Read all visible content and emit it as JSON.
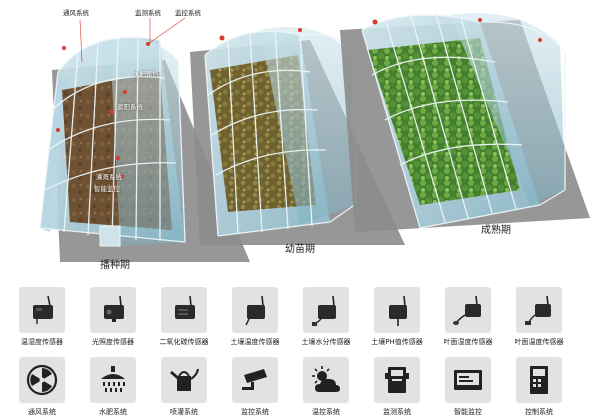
{
  "greenhouses": [
    {
      "stage": "播种期"
    },
    {
      "stage": "幼苗期"
    },
    {
      "stage": "成熟期"
    }
  ],
  "callouts": {
    "ventilation": "通风系统",
    "monitoring": "监测系统",
    "control": "监控系统",
    "water_fertilizer": "水肥系统",
    "shading": "遮阳系统",
    "irrigation": "灌溉系统",
    "smart_monitor": "智能监控"
  },
  "sensors": [
    {
      "label": "温湿度传感器",
      "icon": "temp-humidity-sensor-icon"
    },
    {
      "label": "光照度传感器",
      "icon": "light-sensor-icon"
    },
    {
      "label": "二氧化碳传感器",
      "icon": "co2-sensor-icon"
    },
    {
      "label": "土壤温度传感器",
      "icon": "soil-temp-sensor-icon"
    },
    {
      "label": "土壤水分传感器",
      "icon": "soil-moisture-sensor-icon"
    },
    {
      "label": "土壤PH值传感器",
      "icon": "soil-ph-sensor-icon"
    },
    {
      "label": "叶面湿度传感器",
      "icon": "leaf-humidity-sensor-icon"
    },
    {
      "label": "叶面温度传感器",
      "icon": "leaf-temp-sensor-icon"
    }
  ],
  "systems": [
    {
      "label": "通风系统",
      "icon": "fan-icon"
    },
    {
      "label": "水肥系统",
      "icon": "shower-icon"
    },
    {
      "label": "喷灌系统",
      "icon": "watering-can-icon"
    },
    {
      "label": "监控系统",
      "icon": "cctv-camera-icon"
    },
    {
      "label": "温控系统",
      "icon": "sun-cloud-icon"
    },
    {
      "label": "监测系统",
      "icon": "monitor-terminal-icon"
    },
    {
      "label": "智能监控",
      "icon": "display-screen-icon"
    },
    {
      "label": "控制系统",
      "icon": "control-box-icon"
    }
  ],
  "colors": {
    "glass": "#9fc7d6",
    "frame": "#e9f3f6",
    "soil": "#6b4a2a",
    "seedling": "#7d6a2e",
    "foliage": "#4f8a2e",
    "shadow": "#8c8c8c",
    "tile": "#e2e2e2",
    "icon": "#222222",
    "marker": "#d83a2e"
  }
}
